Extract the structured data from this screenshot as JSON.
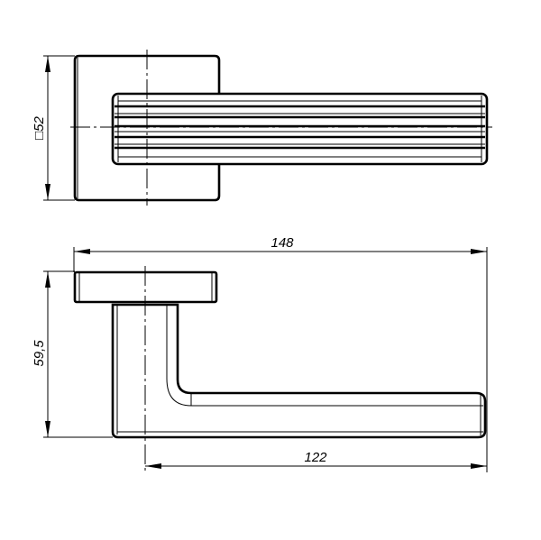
{
  "drawing": {
    "top_view": {
      "rosette_size_label": "□52"
    },
    "side_view": {
      "overall_length_label": "148",
      "lever_length_label": "122",
      "height_label": "59,5"
    }
  },
  "colors": {
    "line": "#000000",
    "background": "#ffffff"
  }
}
